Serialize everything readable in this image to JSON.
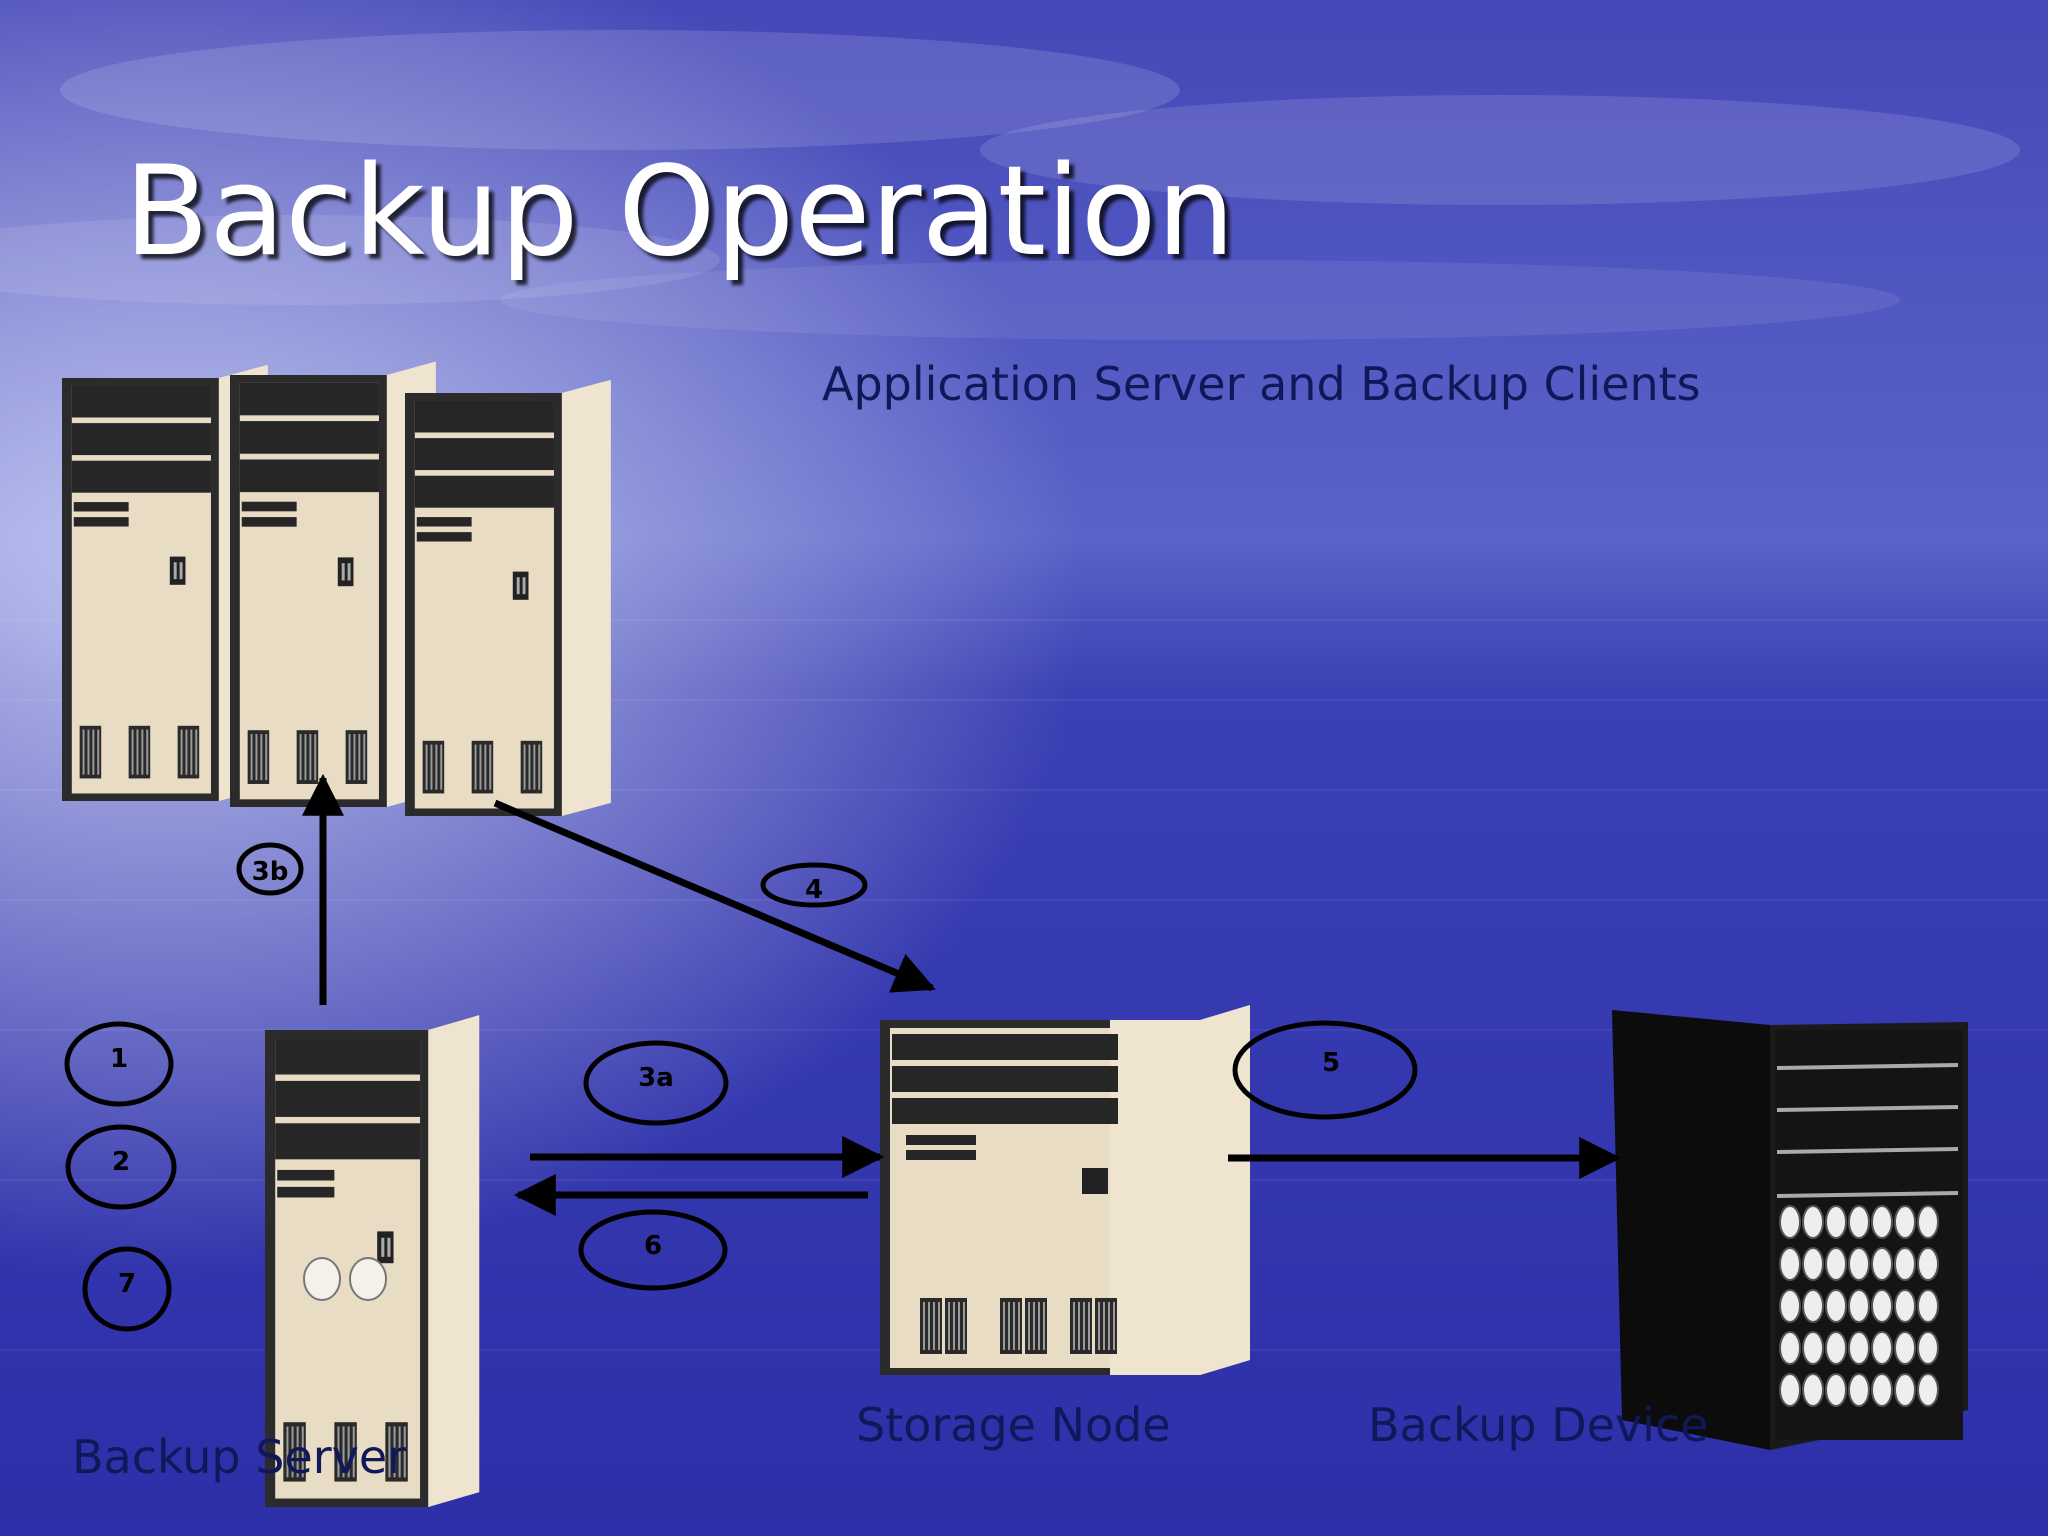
{
  "slide": {
    "title": "Backup Operation",
    "colors": {
      "background": "#3a3fb8",
      "title_text": "#ffffff",
      "label_text": "#10185a",
      "arrows": "#000000"
    }
  },
  "diagram": {
    "nodes": [
      {
        "id": "clients",
        "label": "Application Server and Backup Clients",
        "icon": "server-tower-group-icon"
      },
      {
        "id": "backup_server",
        "label": "Backup Server",
        "icon": "server-tower-icon"
      },
      {
        "id": "storage_node",
        "label": "Storage Node",
        "icon": "server-tower-icon"
      },
      {
        "id": "backup_device",
        "label": "Backup Device",
        "icon": "tape-library-icon"
      }
    ],
    "steps": [
      "1",
      "2",
      "7",
      "3a",
      "3b",
      "4",
      "5",
      "6"
    ],
    "edges": [
      {
        "from": "backup_server",
        "to": "clients",
        "step": "3b"
      },
      {
        "from": "backup_server",
        "to": "storage_node",
        "step": "3a"
      },
      {
        "from": "storage_node",
        "to": "backup_server",
        "step": "6"
      },
      {
        "from": "clients",
        "to": "storage_node",
        "step": "4"
      },
      {
        "from": "storage_node",
        "to": "backup_device",
        "step": "5"
      }
    ]
  }
}
